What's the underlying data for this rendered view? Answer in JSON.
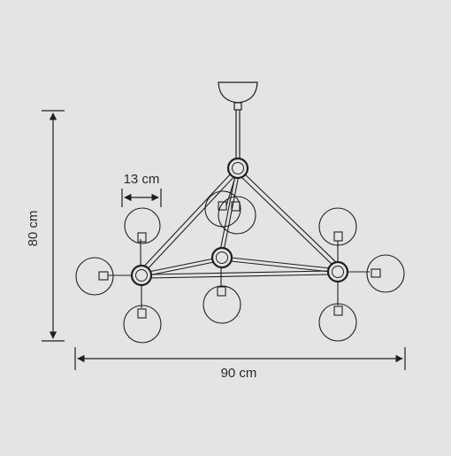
{
  "dimensions": {
    "height_label": "80 cm",
    "width_label": "90 cm",
    "shade_label": "13 cm"
  },
  "colors": {
    "background": "#e4e4e4",
    "line": "#1f1f1f"
  }
}
